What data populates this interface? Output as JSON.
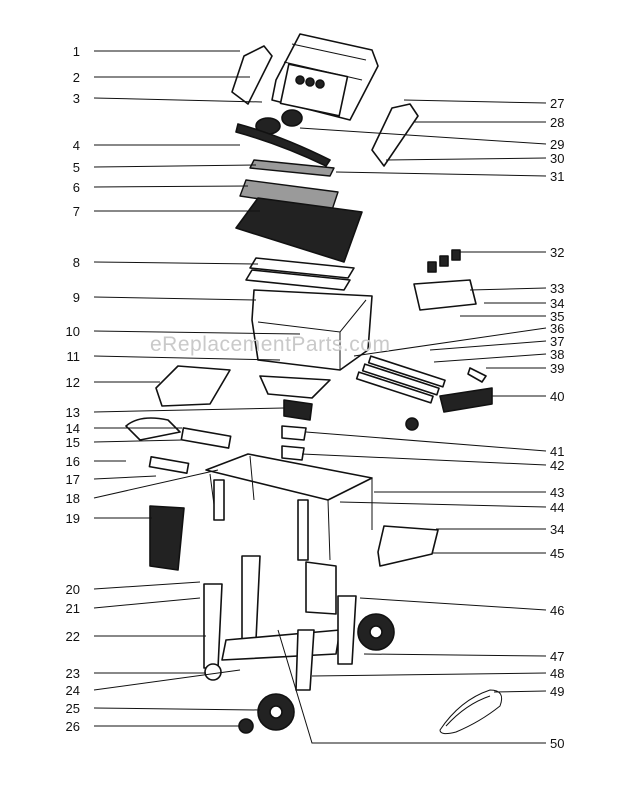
{
  "watermark": "eReplacementParts.com",
  "callouts_left": [
    "1",
    "2",
    "3",
    "4",
    "5",
    "6",
    "7",
    "8",
    "9",
    "10",
    "11",
    "12",
    "13",
    "14",
    "15",
    "16",
    "17",
    "18",
    "19",
    "20",
    "21",
    "22",
    "23",
    "24",
    "25",
    "26"
  ],
  "callouts_right": [
    "27",
    "28",
    "29",
    "30",
    "31",
    "32",
    "33",
    "34",
    "35",
    "36",
    "37",
    "38",
    "39",
    "40",
    "41",
    "42",
    "43",
    "44",
    "34",
    "45",
    "46",
    "47",
    "48",
    "49",
    "50"
  ],
  "colors": {
    "line": "#111111",
    "watermark": "#c9c9c9",
    "background": "#ffffff"
  }
}
